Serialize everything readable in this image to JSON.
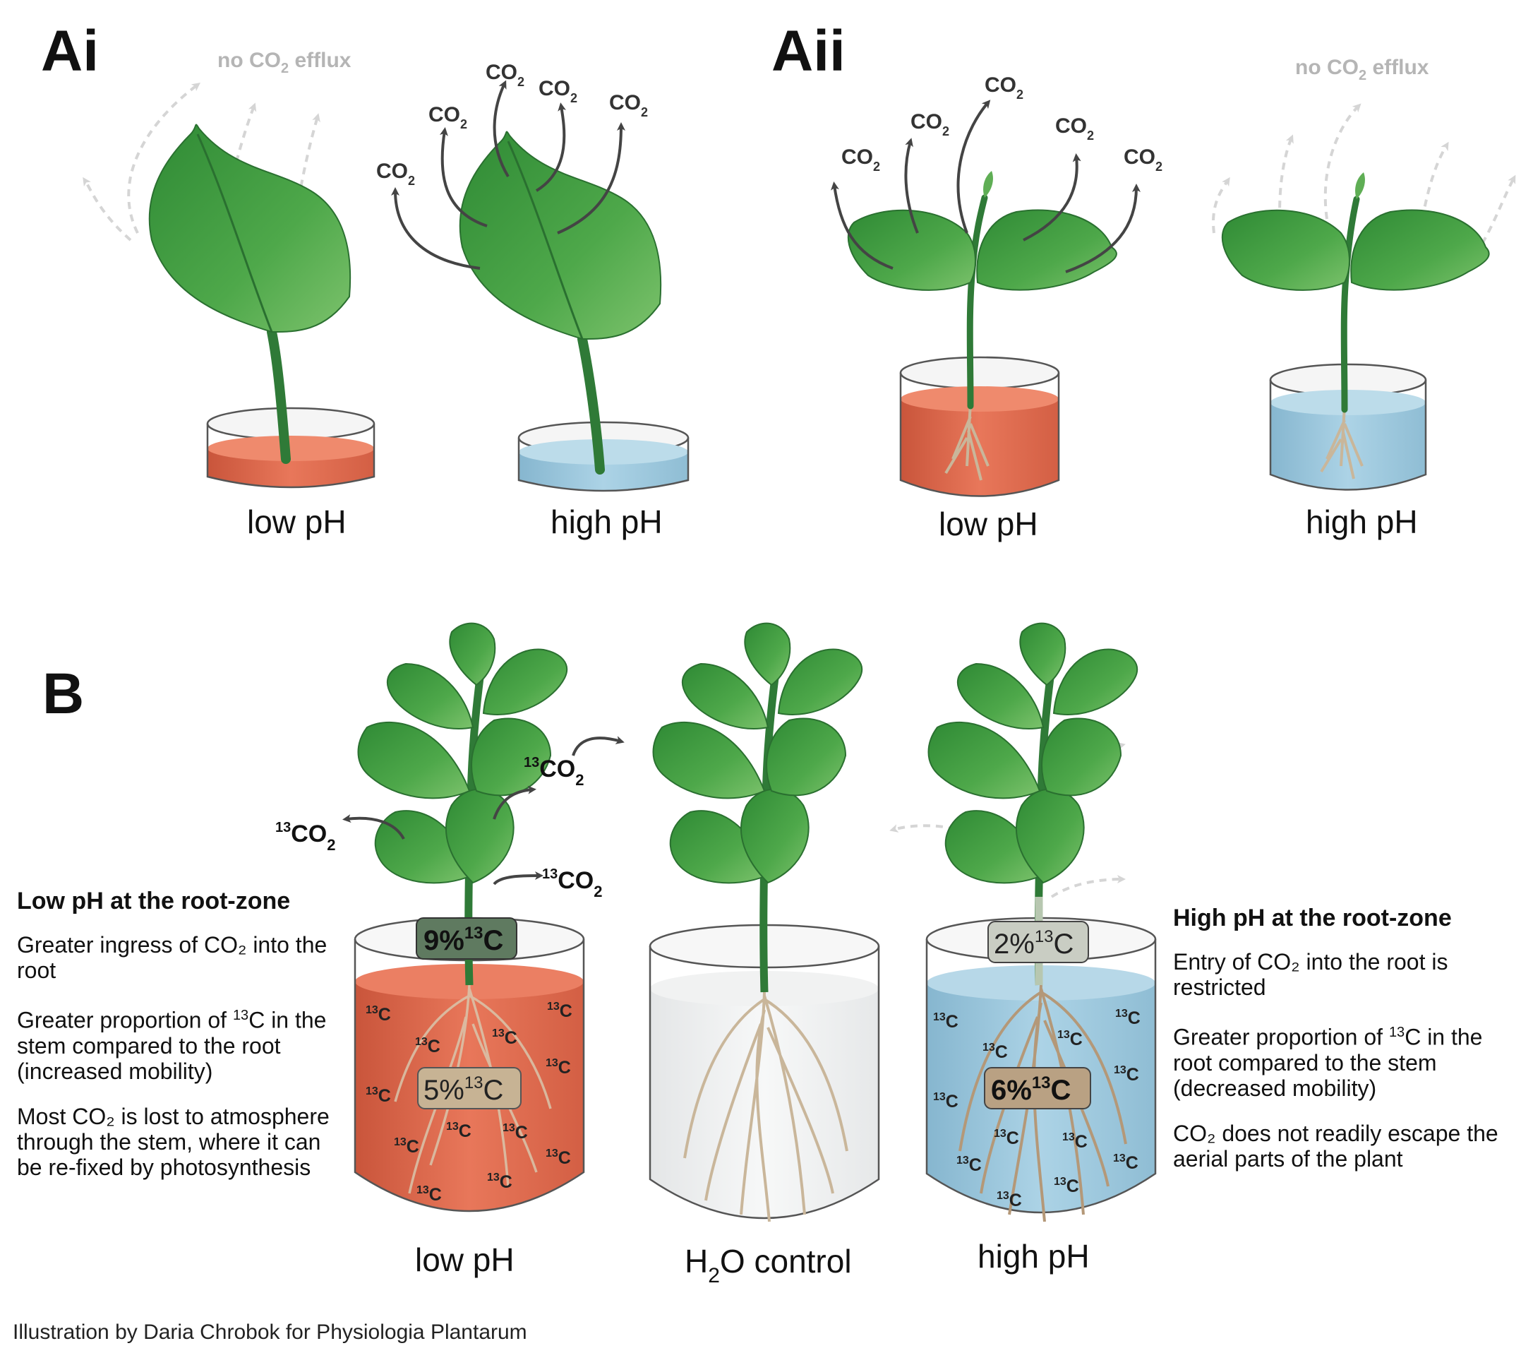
{
  "panels": {
    "ai": "Ai",
    "aii": "Aii",
    "b": "B"
  },
  "co2_label": "CO",
  "co2_sub": "2",
  "no_efflux": {
    "prefix": "no CO",
    "sub": "2",
    "suffix": " efflux"
  },
  "ph_labels": {
    "low": "low pH",
    "high": "high pH"
  },
  "control": {
    "prefix": "H",
    "sub": "2",
    "suffix": "O control"
  },
  "iso": {
    "sup": "13",
    "c": "C",
    "co": "CO",
    "co_sub": "2"
  },
  "percents": {
    "low_stem": "9%",
    "low_root": "5%",
    "high_stem": "2%",
    "high_root": "6%"
  },
  "left_text": {
    "heading": "Low pH at the root-zone",
    "p1": "Greater ingress of CO₂ into the root",
    "p2_pre": "Greater proportion of ",
    "p2_post": "C in the stem compared to the root (increased mobility)",
    "p3": "Most CO₂ is lost to atmosphere through the stem, where it can be re-fixed by photosynthesis"
  },
  "right_text": {
    "heading": "High pH at the root-zone",
    "p1": "Entry of CO₂ into the root is restricted",
    "p2_pre": "Greater proportion of ",
    "p2_post": "C in the root compared to the stem (decreased mobility)",
    "p3": "CO₂ does not readily escape the aerial parts of the plant"
  },
  "credit": "Illustration by Daria Chrobok for Physiologia Plantarum",
  "colors": {
    "acid": "#e0674a",
    "base": "#9fcbe0",
    "leaf": "#3f9a3f",
    "leaf_light": "#6fbf62",
    "stem": "#2f7a37",
    "root": "#c9b69a",
    "arrow": "#444444",
    "ghost_arrow": "#d5d5d5"
  }
}
